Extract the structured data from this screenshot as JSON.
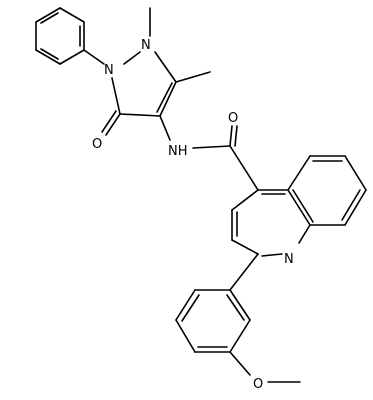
{
  "atoms": {
    "n_methyl_n": "N",
    "phenyl_n": "N",
    "carbonyl_o": "O",
    "amide_nh": "NH",
    "amide_o": "O",
    "quinoline_n": "N",
    "methoxy_o": "O"
  },
  "colors": {
    "bond": "#000000",
    "label": "#000000",
    "background": "#ffffff"
  }
}
